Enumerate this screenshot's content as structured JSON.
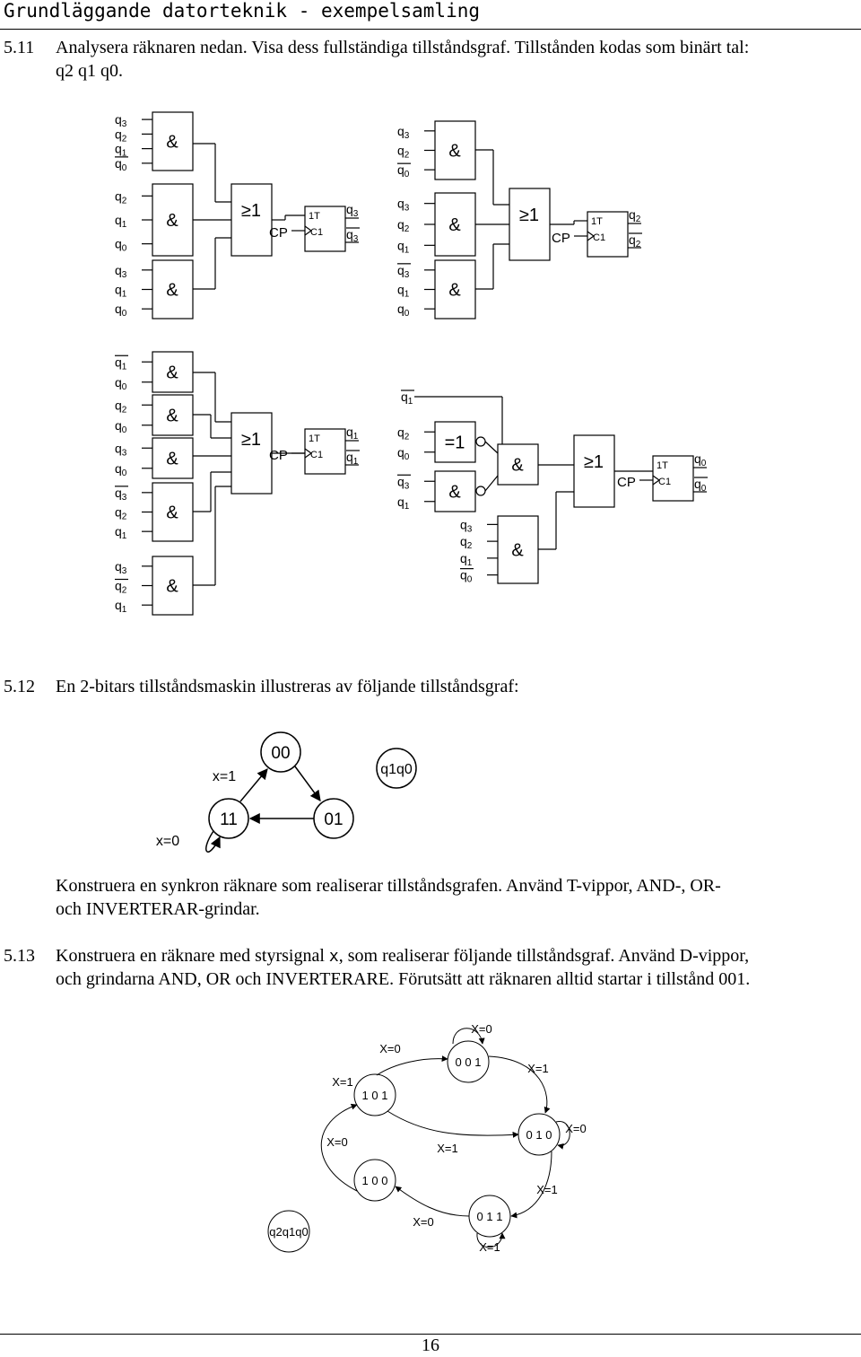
{
  "header": {
    "title": "Grundläggande datorteknik - exempelsamling"
  },
  "problem_511": {
    "number": "5.11",
    "line1": "Analysera räknaren nedan. Visa dess fullständiga tillståndsgraf. Tillstånden kodas som binärt tal:",
    "line2": "q2 q1 q0.",
    "circuit": {
      "and_symbol": "&",
      "or_symbol": "≥1",
      "xor_symbol": "=1",
      "clock": "CP",
      "ff_t": "1T",
      "ff_c": "C1",
      "signals": {
        "q0": "q0",
        "q1": "q1",
        "q2": "q2",
        "q3": "q3"
      }
    }
  },
  "problem_512": {
    "number": "5.12",
    "text": "En 2-bitars tillståndsmaskin illustreras av följande tillståndsgraf:",
    "states": [
      "00",
      "01",
      "11"
    ],
    "edge_labels": [
      "x=1",
      "x=0"
    ],
    "legend": "q1q0",
    "line3": "Konstruera en synkron räknare som realiserar tillståndsgrafen. Använd T-vippor, AND-, OR-",
    "line4": "och INVERTERAR-grindar."
  },
  "problem_513": {
    "number": "5.13",
    "line1_a": "Konstruera en räknare med styrsignal ",
    "line1_x": "x",
    "line1_b": ", som realiserar följande tillståndsgraf. Använd D-vippor,",
    "line2": "och grindarna AND, OR och INVERTERARE. Förutsätt att räknaren alltid startar i tillstånd 001.",
    "states": [
      "0 0 1",
      "0 1 0",
      "0 1 1",
      "1 0 0",
      "1 0 1"
    ],
    "labels": {
      "x0": "X=0",
      "x1": "X=1"
    },
    "legend": "q2q1q0"
  },
  "footer": {
    "page_number": "16"
  }
}
